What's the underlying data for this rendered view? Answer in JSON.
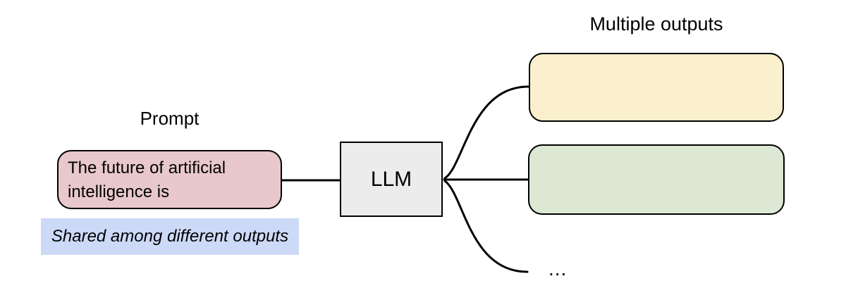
{
  "diagram": {
    "prompt_label": "Prompt",
    "prompt_text": "The future of artificial intelligence is",
    "note_text": "Shared among different outputs",
    "llm_label": "LLM",
    "outputs_label": "Multiple outputs",
    "more_outputs_ellipsis": "..."
  },
  "colors": {
    "prompt_box_bg": "#e8c8ca",
    "llm_box_bg": "#ececec",
    "output1_bg": "#faf0cd",
    "output2_bg": "#dde8d4",
    "note_bg": "#ccd9f7",
    "stroke": "#000000"
  }
}
